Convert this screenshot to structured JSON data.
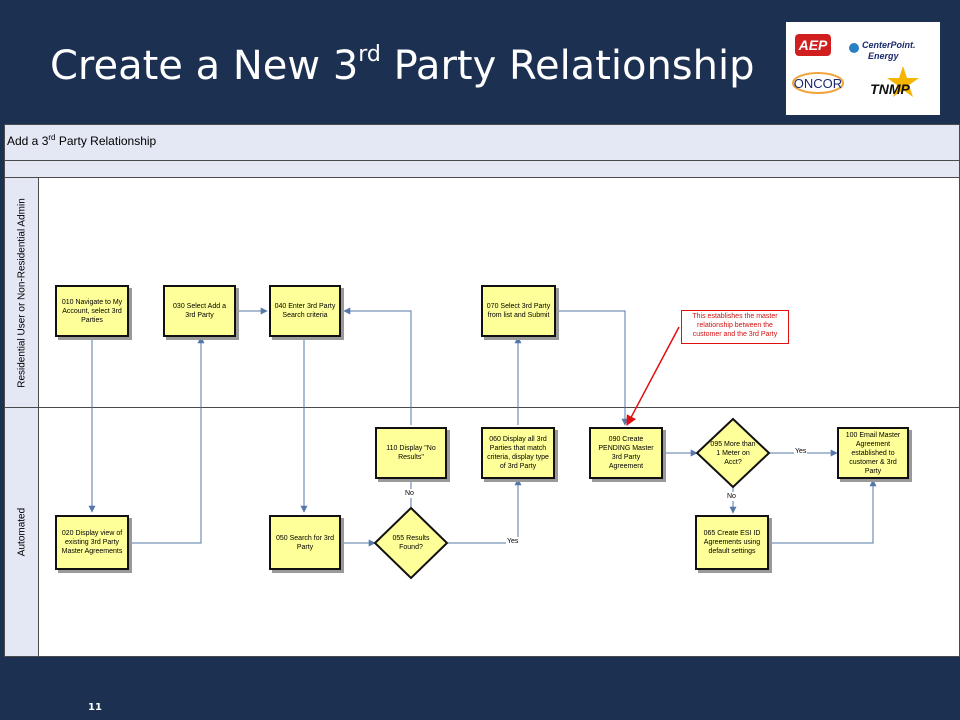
{
  "slide": {
    "title_pre": "Create a New 3",
    "title_sup": "rd",
    "title_post": " Party Relationship",
    "page_number": "11"
  },
  "logos": {
    "aep": "AEP",
    "centerpoint_line1": "CenterPoint.",
    "centerpoint_line2": "Energy",
    "oncor": "ONCOR",
    "tnmp": "TNMP"
  },
  "diagram": {
    "header_pre": "Add a 3",
    "header_sup": "rd",
    "header_post": " Party Relationship",
    "lanes": [
      {
        "label": "Residential User or Non-Residential Admin"
      },
      {
        "label": "Automated"
      }
    ],
    "steps": {
      "s010": "010 Navigate to My Account, select 3rd Parties",
      "s030": "030 Select Add a 3rd Party",
      "s040": "040 Enter 3rd Party Search criteria",
      "s070": "070 Select 3rd Party from list and Submit",
      "s020": "020 Display view of existing 3rd Party Master Agreements",
      "s050": "050 Search for 3rd Party",
      "s055": "055 Results Found?",
      "s110": "110 Display \"No Results\"",
      "s060": "060 Display all 3rd Parties that match criteria, display type of 3rd Party",
      "s090": "090 Create PENDING Master 3rd Party Agreement",
      "s095": "095 More than 1 Meter on Acct?",
      "s100": "100 Email Master Agreement established to customer & 3rd Party",
      "s065": "065 Create ESI ID Agreements using default settings"
    },
    "edge_labels": {
      "no_110": "No",
      "yes_060": "Yes",
      "yes_100": "Yes",
      "no_065": "No"
    },
    "callout": "This establishes the master relationship between the customer and the 3rd Party"
  },
  "colors": {
    "background": "#1c3152",
    "box_fill": "#ffff99",
    "lane_fill": "#e4e7f4",
    "connector": "#5577aa",
    "callout": "#e01010"
  }
}
